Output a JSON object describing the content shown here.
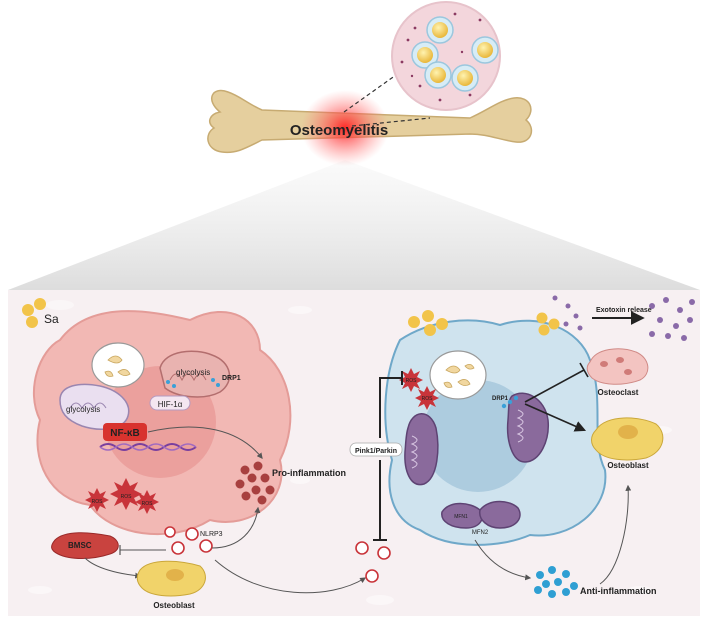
{
  "title": "Osteomyelitis",
  "labels": {
    "sa": "Sa",
    "drp1_left": "DRP1",
    "glycolysis_top": "glycolysis",
    "hif": "HIF-1α",
    "nfkb": "NF-κB",
    "glycolysis_left": "glycolysis",
    "ros": "ROS",
    "nlrp3": "NLRP3",
    "pro_inflammation": "Pro-inflammation",
    "bmsc": "BMSC",
    "osteoblast_left": "Osteoblast",
    "exotoxin": "Exotoxin release",
    "osteoclast": "Osteoclast",
    "drp1_right": "DRP1",
    "osteoblast_right": "Osteoblast",
    "pink1": "Pink1/Parkin",
    "mfn1": "MFN1",
    "mfn2": "MFN2",
    "anti_inflammation": "Anti-inflammation"
  },
  "colors": {
    "left_cell": "#f2b8b4",
    "right_cell": "#cfe3ee",
    "nucleus_right": "#a8c9dd",
    "nfkb_red": "#d8332e",
    "mito_purple": "#8a6a9c",
    "bone": "#e5cf9e",
    "staph_yellow": "#f2c44a",
    "anti_blue": "#2f9fd3",
    "cytokine_red": "#a8403f"
  }
}
